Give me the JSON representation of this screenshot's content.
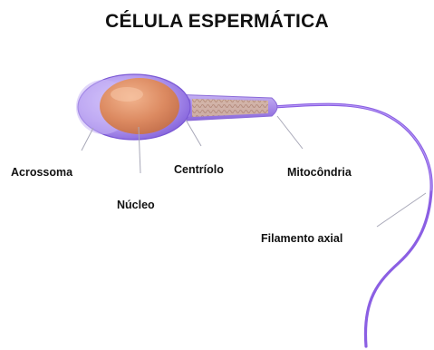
{
  "title": "CÉLULA ESPERMÁTICA",
  "labels": {
    "acrosome": "Acrossoma",
    "nucleus": "Núcleo",
    "centriole": "Centríolo",
    "mitochondria": "Mitocôndria",
    "axial_filament": "Filamento axial"
  },
  "colors": {
    "membrane": "#a78be6",
    "membrane_edge": "#7c5cd6",
    "nucleus": "#d8875f",
    "midpiece": "#c9a3a0",
    "mitochondria_pattern": "#d4b48a",
    "tail": "#8455e0",
    "leader_line": "#b8b8c8"
  }
}
